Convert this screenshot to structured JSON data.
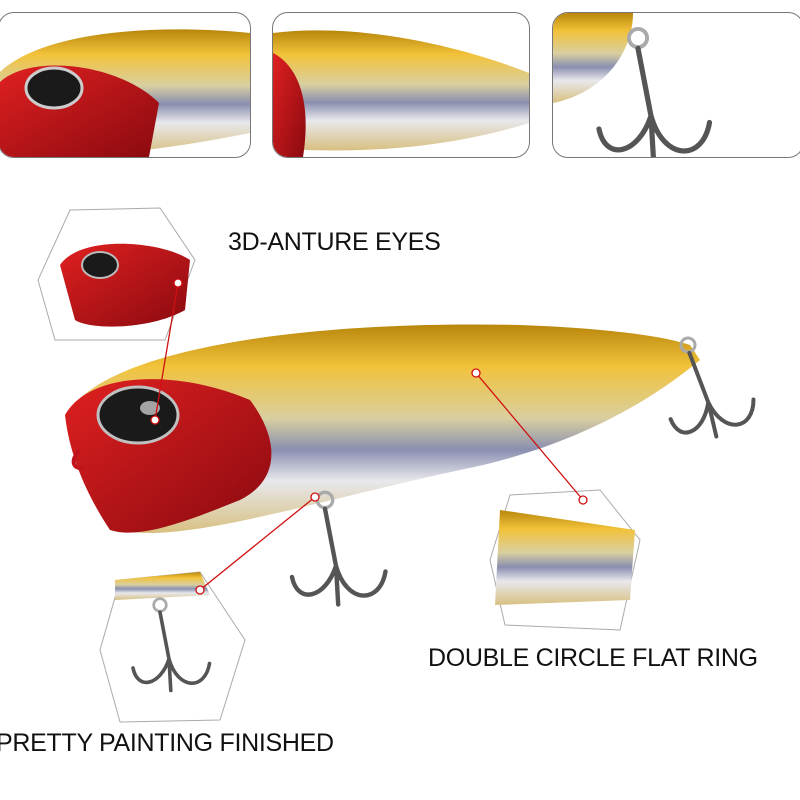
{
  "labels": {
    "eyes": "3D-ANTURE EYES",
    "ring": "DOUBLE CIRCLE FLAT RING",
    "painting": "PRETTY PAINTING FINISHED"
  },
  "colors": {
    "head_red": "#c0121a",
    "body_gold": "#e8b020",
    "belly_silver": "#e8e8ec",
    "callout_line": "#d01010"
  }
}
